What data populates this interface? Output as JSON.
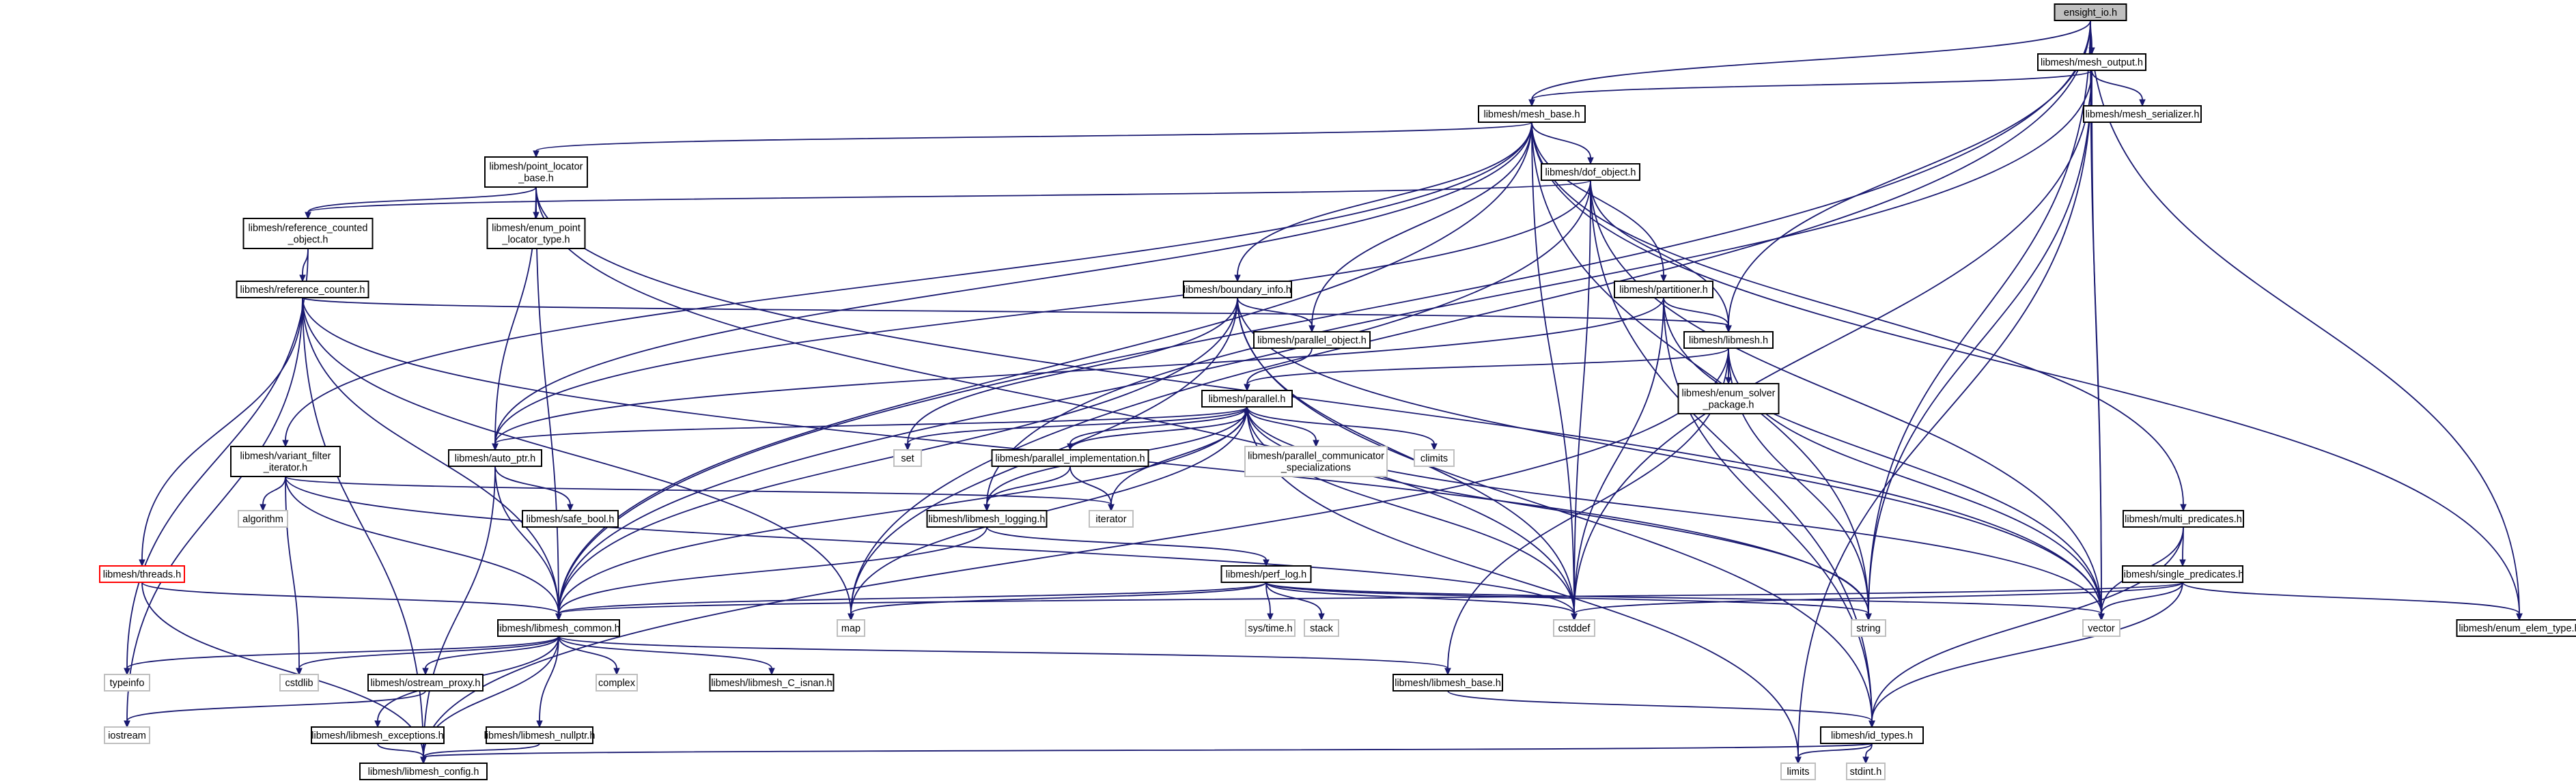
{
  "graph": {
    "nodes": [
      {
        "id": "ensight_io_h",
        "lines": [
          "ensight_io.h"
        ],
        "style": "root",
        "link": false
      },
      {
        "id": "mesh_output_h",
        "lines": [
          "libmesh/mesh_output.h"
        ],
        "style": "normal",
        "link": true
      },
      {
        "id": "mesh_base_h",
        "lines": [
          "libmesh/mesh_base.h"
        ],
        "style": "normal",
        "link": true
      },
      {
        "id": "mesh_serializer_h",
        "lines": [
          "libmesh/mesh_serializer.h"
        ],
        "style": "normal",
        "link": true
      },
      {
        "id": "point_locator_base_h",
        "lines": [
          "libmesh/point_locator",
          "_base.h"
        ],
        "style": "normal",
        "link": true
      },
      {
        "id": "dof_object_h",
        "lines": [
          "libmesh/dof_object.h"
        ],
        "style": "normal",
        "link": true
      },
      {
        "id": "reference_counted_object_h",
        "lines": [
          "libmesh/reference_counted",
          "_object.h"
        ],
        "style": "normal",
        "link": true
      },
      {
        "id": "enum_point_locator_type_h",
        "lines": [
          "libmesh/enum_point",
          "_locator_type.h"
        ],
        "style": "normal",
        "link": true
      },
      {
        "id": "reference_counter_h",
        "lines": [
          "libmesh/reference_counter.h"
        ],
        "style": "normal",
        "link": true
      },
      {
        "id": "boundary_info_h",
        "lines": [
          "libmesh/boundary_info.h"
        ],
        "style": "normal",
        "link": true
      },
      {
        "id": "partitioner_h",
        "lines": [
          "libmesh/partitioner.h"
        ],
        "style": "normal",
        "link": true
      },
      {
        "id": "parallel_object_h",
        "lines": [
          "libmesh/parallel_object.h"
        ],
        "style": "normal",
        "link": true
      },
      {
        "id": "libmesh_h",
        "lines": [
          "libmesh/libmesh.h"
        ],
        "style": "normal",
        "link": true
      },
      {
        "id": "enum_solver_package_h",
        "lines": [
          "libmesh/enum_solver",
          "_package.h"
        ],
        "style": "normal",
        "link": true
      },
      {
        "id": "parallel_h",
        "lines": [
          "libmesh/parallel.h"
        ],
        "style": "normal",
        "link": true
      },
      {
        "id": "variant_filter_iterator_h",
        "lines": [
          "libmesh/variant_filter",
          "_iterator.h"
        ],
        "style": "normal",
        "link": true
      },
      {
        "id": "auto_ptr_h",
        "lines": [
          "libmesh/auto_ptr.h"
        ],
        "style": "normal",
        "link": true
      },
      {
        "id": "set",
        "lines": [
          "set"
        ],
        "style": "missing",
        "link": false
      },
      {
        "id": "parallel_implementation_h",
        "lines": [
          "libmesh/parallel_implementation.h"
        ],
        "style": "normal",
        "link": true
      },
      {
        "id": "parallel_communicator_specializations",
        "lines": [
          "libmesh/parallel_communicator",
          "_specializations"
        ],
        "style": "missing",
        "link": false
      },
      {
        "id": "climits",
        "lines": [
          "climits"
        ],
        "style": "missing",
        "link": false
      },
      {
        "id": "algorithm",
        "lines": [
          "algorithm"
        ],
        "style": "missing",
        "link": false
      },
      {
        "id": "safe_bool_h",
        "lines": [
          "libmesh/safe_bool.h"
        ],
        "style": "normal",
        "link": true
      },
      {
        "id": "iterator",
        "lines": [
          "iterator"
        ],
        "style": "missing",
        "link": false
      },
      {
        "id": "libmesh_logging_h",
        "lines": [
          "libmesh/libmesh_logging.h"
        ],
        "style": "normal",
        "link": true
      },
      {
        "id": "multi_predicates_h",
        "lines": [
          "libmesh/multi_predicates.h"
        ],
        "style": "normal",
        "link": true
      },
      {
        "id": "single_predicates_h",
        "lines": [
          "libmesh/single_predicates.h"
        ],
        "style": "normal",
        "link": true
      },
      {
        "id": "threads_h",
        "lines": [
          "libmesh/threads.h"
        ],
        "style": "red",
        "link": true
      },
      {
        "id": "perf_log_h",
        "lines": [
          "libmesh/perf_log.h"
        ],
        "style": "normal",
        "link": true
      },
      {
        "id": "libmesh_common_h",
        "lines": [
          "libmesh/libmesh_common.h"
        ],
        "style": "normal",
        "link": true
      },
      {
        "id": "map",
        "lines": [
          "map"
        ],
        "style": "missing",
        "link": false
      },
      {
        "id": "sys_time_h",
        "lines": [
          "sys/time.h"
        ],
        "style": "missing",
        "link": false
      },
      {
        "id": "stack",
        "lines": [
          "stack"
        ],
        "style": "missing",
        "link": false
      },
      {
        "id": "cstddef",
        "lines": [
          "cstddef"
        ],
        "style": "missing",
        "link": false
      },
      {
        "id": "string",
        "lines": [
          "string"
        ],
        "style": "missing",
        "link": false
      },
      {
        "id": "vector",
        "lines": [
          "vector"
        ],
        "style": "missing",
        "link": false
      },
      {
        "id": "enum_elem_type_h",
        "lines": [
          "libmesh/enum_elem_type.h"
        ],
        "style": "normal",
        "link": true
      },
      {
        "id": "typeinfo",
        "lines": [
          "typeinfo"
        ],
        "style": "missing",
        "link": false
      },
      {
        "id": "cstdlib",
        "lines": [
          "cstdlib"
        ],
        "style": "missing",
        "link": false
      },
      {
        "id": "ostream_proxy_h",
        "lines": [
          "libmesh/ostream_proxy.h"
        ],
        "style": "normal",
        "link": true
      },
      {
        "id": "complex",
        "lines": [
          "complex"
        ],
        "style": "missing",
        "link": false
      },
      {
        "id": "libmesh_C_isnan_h",
        "lines": [
          "libmesh/libmesh_C_isnan.h"
        ],
        "style": "normal",
        "link": true
      },
      {
        "id": "libmesh_base_h",
        "lines": [
          "libmesh/libmesh_base.h"
        ],
        "style": "normal",
        "link": true
      },
      {
        "id": "iostream",
        "lines": [
          "iostream"
        ],
        "style": "missing",
        "link": false
      },
      {
        "id": "libmesh_exceptions_h",
        "lines": [
          "libmesh/libmesh_exceptions.h"
        ],
        "style": "normal",
        "link": true
      },
      {
        "id": "libmesh_nullptr_h",
        "lines": [
          "libmesh/libmesh_nullptr.h"
        ],
        "style": "normal",
        "link": true
      },
      {
        "id": "id_types_h",
        "lines": [
          "libmesh/id_types.h"
        ],
        "style": "normal",
        "link": true
      },
      {
        "id": "libmesh_config_h",
        "lines": [
          "libmesh/libmesh_config.h"
        ],
        "style": "normal",
        "link": true
      },
      {
        "id": "limits",
        "lines": [
          "limits"
        ],
        "style": "missing",
        "link": false
      },
      {
        "id": "stdint_h",
        "lines": [
          "stdint.h"
        ],
        "style": "missing",
        "link": false
      }
    ],
    "edges": [
      [
        "ensight_io_h",
        "mesh_output_h"
      ],
      [
        "ensight_io_h",
        "mesh_base_h"
      ],
      [
        "ensight_io_h",
        "libmesh_h"
      ],
      [
        "ensight_io_h",
        "libmesh_common_h"
      ],
      [
        "ensight_io_h",
        "map"
      ],
      [
        "ensight_io_h",
        "string"
      ],
      [
        "ensight_io_h",
        "vector"
      ],
      [
        "ensight_io_h",
        "enum_elem_type_h"
      ],
      [
        "mesh_output_h",
        "mesh_base_h"
      ],
      [
        "mesh_output_h",
        "mesh_serializer_h"
      ],
      [
        "mesh_output_h",
        "libmesh_logging_h"
      ],
      [
        "mesh_output_h",
        "cstddef"
      ],
      [
        "mesh_output_h",
        "string"
      ],
      [
        "mesh_output_h",
        "vector"
      ],
      [
        "mesh_output_h",
        "limits"
      ],
      [
        "mesh_base_h",
        "point_locator_base_h"
      ],
      [
        "mesh_base_h",
        "dof_object_h"
      ],
      [
        "mesh_base_h",
        "boundary_info_h"
      ],
      [
        "mesh_base_h",
        "partitioner_h"
      ],
      [
        "mesh_base_h",
        "parallel_object_h"
      ],
      [
        "mesh_base_h",
        "variant_filter_iterator_h"
      ],
      [
        "mesh_base_h",
        "auto_ptr_h"
      ],
      [
        "mesh_base_h",
        "multi_predicates_h"
      ],
      [
        "mesh_base_h",
        "libmesh_common_h"
      ],
      [
        "mesh_base_h",
        "cstddef"
      ],
      [
        "mesh_base_h",
        "string"
      ],
      [
        "mesh_base_h",
        "enum_elem_type_h"
      ],
      [
        "point_locator_base_h",
        "reference_counted_object_h"
      ],
      [
        "point_locator_base_h",
        "enum_point_locator_type_h"
      ],
      [
        "point_locator_base_h",
        "auto_ptr_h"
      ],
      [
        "point_locator_base_h",
        "libmesh_common_h"
      ],
      [
        "point_locator_base_h",
        "vector"
      ],
      [
        "point_locator_base_h",
        "cstddef"
      ],
      [
        "dof_object_h",
        "reference_counted_object_h"
      ],
      [
        "dof_object_h",
        "libmesh_h"
      ],
      [
        "dof_object_h",
        "libmesh_common_h"
      ],
      [
        "dof_object_h",
        "id_types_h"
      ],
      [
        "dof_object_h",
        "auto_ptr_h"
      ],
      [
        "dof_object_h",
        "cstddef"
      ],
      [
        "dof_object_h",
        "vector"
      ],
      [
        "reference_counted_object_h",
        "reference_counter_h"
      ],
      [
        "reference_counted_object_h",
        "typeinfo"
      ],
      [
        "reference_counter_h",
        "libmesh_common_h"
      ],
      [
        "reference_counter_h",
        "threads_h"
      ],
      [
        "reference_counter_h",
        "string"
      ],
      [
        "reference_counter_h",
        "iostream"
      ],
      [
        "reference_counter_h",
        "map"
      ],
      [
        "reference_counter_h",
        "libmesh_h"
      ],
      [
        "reference_counter_h",
        "libmesh_config_h"
      ],
      [
        "boundary_info_h",
        "id_types_h"
      ],
      [
        "boundary_info_h",
        "parallel_object_h"
      ],
      [
        "boundary_info_h",
        "libmesh_common_h"
      ],
      [
        "boundary_info_h",
        "map"
      ],
      [
        "boundary_info_h",
        "set"
      ],
      [
        "boundary_info_h",
        "vector"
      ],
      [
        "boundary_info_h",
        "cstddef"
      ],
      [
        "partitioner_h",
        "libmesh_h"
      ],
      [
        "partitioner_h",
        "id_types_h"
      ],
      [
        "partitioner_h",
        "auto_ptr_h"
      ],
      [
        "partitioner_h",
        "cstddef"
      ],
      [
        "partitioner_h",
        "vector"
      ],
      [
        "parallel_object_h",
        "parallel_h"
      ],
      [
        "libmesh_h",
        "libmesh_base_h"
      ],
      [
        "libmesh_h",
        "libmesh_config_h"
      ],
      [
        "libmesh_h",
        "enum_solver_package_h"
      ],
      [
        "libmesh_h",
        "parallel_h"
      ],
      [
        "libmesh_h",
        "string"
      ],
      [
        "libmesh_h",
        "vector"
      ],
      [
        "parallel_h",
        "libmesh_common_h"
      ],
      [
        "parallel_h",
        "libmesh_logging_h"
      ],
      [
        "parallel_h",
        "auto_ptr_h"
      ],
      [
        "parallel_h",
        "parallel_implementation_h"
      ],
      [
        "parallel_h",
        "parallel_communicator_specializations"
      ],
      [
        "parallel_h",
        "climits"
      ],
      [
        "parallel_h",
        "set"
      ],
      [
        "parallel_h",
        "iterator"
      ],
      [
        "parallel_h",
        "map"
      ],
      [
        "parallel_h",
        "cstddef"
      ],
      [
        "parallel_h",
        "string"
      ],
      [
        "parallel_h",
        "vector"
      ],
      [
        "parallel_h",
        "limits"
      ],
      [
        "parallel_implementation_h",
        "parallel_h"
      ],
      [
        "parallel_implementation_h",
        "libmesh_logging_h"
      ],
      [
        "parallel_implementation_h",
        "iterator"
      ],
      [
        "variant_filter_iterator_h",
        "libmesh_common_h"
      ],
      [
        "variant_filter_iterator_h",
        "algorithm"
      ],
      [
        "variant_filter_iterator_h",
        "cstddef"
      ],
      [
        "variant_filter_iterator_h",
        "iterator"
      ],
      [
        "variant_filter_iterator_h",
        "cstdlib"
      ],
      [
        "auto_ptr_h",
        "safe_bool_h"
      ],
      [
        "auto_ptr_h",
        "libmesh_common_h"
      ],
      [
        "auto_ptr_h",
        "libmesh_config_h"
      ],
      [
        "libmesh_logging_h",
        "libmesh_common_h"
      ],
      [
        "libmesh_logging_h",
        "perf_log_h"
      ],
      [
        "multi_predicates_h",
        "single_predicates_h"
      ],
      [
        "multi_predicates_h",
        "vector"
      ],
      [
        "multi_predicates_h",
        "id_types_h"
      ],
      [
        "single_predicates_h",
        "libmesh_common_h"
      ],
      [
        "single_predicates_h",
        "id_types_h"
      ],
      [
        "single_predicates_h",
        "enum_elem_type_h"
      ],
      [
        "single_predicates_h",
        "cstddef"
      ],
      [
        "single_predicates_h",
        "vector"
      ],
      [
        "threads_h",
        "libmesh_common_h"
      ],
      [
        "threads_h",
        "libmesh_config_h"
      ],
      [
        "perf_log_h",
        "libmesh_common_h"
      ],
      [
        "perf_log_h",
        "map"
      ],
      [
        "perf_log_h",
        "string"
      ],
      [
        "perf_log_h",
        "vector"
      ],
      [
        "perf_log_h",
        "sys_time_h"
      ],
      [
        "perf_log_h",
        "stack"
      ],
      [
        "perf_log_h",
        "cstddef"
      ],
      [
        "libmesh_common_h",
        "typeinfo"
      ],
      [
        "libmesh_common_h",
        "cstdlib"
      ],
      [
        "libmesh_common_h",
        "ostream_proxy_h"
      ],
      [
        "libmesh_common_h",
        "complex"
      ],
      [
        "libmesh_common_h",
        "libmesh_C_isnan_h"
      ],
      [
        "libmesh_common_h",
        "libmesh_base_h"
      ],
      [
        "libmesh_common_h",
        "libmesh_exceptions_h"
      ],
      [
        "libmesh_common_h",
        "libmesh_nullptr_h"
      ],
      [
        "libmesh_common_h",
        "libmesh_config_h"
      ],
      [
        "ostream_proxy_h",
        "iostream"
      ],
      [
        "libmesh_exceptions_h",
        "libmesh_config_h"
      ],
      [
        "libmesh_nullptr_h",
        "libmesh_config_h"
      ],
      [
        "libmesh_base_h",
        "id_types_h"
      ],
      [
        "id_types_h",
        "libmesh_config_h"
      ],
      [
        "id_types_h",
        "limits"
      ],
      [
        "id_types_h",
        "stdint_h"
      ]
    ]
  }
}
